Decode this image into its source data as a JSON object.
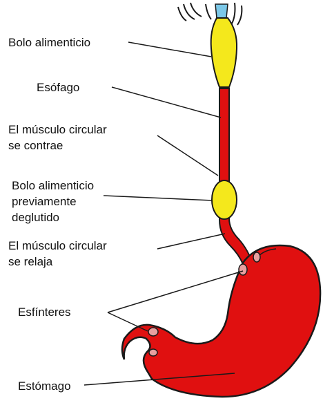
{
  "labels": {
    "bolus_top": "Bolo alimenticio",
    "esophagus": "Esófago",
    "contract_line1": "El músculo circular",
    "contract_line2": "se contrae",
    "bolus_prev_line1": "Bolo alimenticio",
    "bolus_prev_line2": "previamente",
    "bolus_prev_line3": "deglutido",
    "relax_line1": "El músculo circular",
    "relax_line2": "se relaja",
    "sphincters": "Esfínteres",
    "stomach": "Estómago"
  },
  "colors": {
    "tissue_red": "#e01010",
    "bolus_yellow": "#f4e81c",
    "outline": "#1a1a1a",
    "sphincter_fill": "#e8a0a0",
    "background": "#ffffff"
  }
}
